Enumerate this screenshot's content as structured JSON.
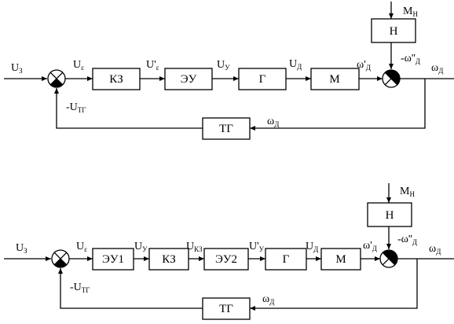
{
  "diagram_1": {
    "blocks": {
      "kz": "КЗ",
      "eu": "ЭУ",
      "g": "Г",
      "m": "М",
      "h": "Н",
      "tg": "ТГ"
    },
    "signals": {
      "u3": [
        "U",
        "З"
      ],
      "ue": [
        "U",
        "ε"
      ],
      "ue_prime": [
        "U'",
        "ε"
      ],
      "uy": [
        "U",
        "У"
      ],
      "ud": [
        "U",
        "Д"
      ],
      "mn": [
        "М",
        "Н"
      ],
      "omega_d_prime": [
        "ω'",
        "Д"
      ],
      "minus_omega_dd": [
        "-ω''",
        "Д"
      ],
      "omega_out": [
        "ω",
        "Д"
      ],
      "omega_fb": [
        "ω",
        "Д"
      ],
      "minus_utg": [
        "-U",
        "ТГ"
      ]
    }
  },
  "diagram_2": {
    "blocks": {
      "eu1": "ЭУ1",
      "kz": "КЗ",
      "eu2": "ЭУ2",
      "g": "Г",
      "m": "М",
      "h": "Н",
      "tg": "ТГ"
    },
    "signals": {
      "u3": [
        "U",
        "З"
      ],
      "ue": [
        "U",
        "ε"
      ],
      "uy": [
        "U",
        "У"
      ],
      "ukz": [
        "U",
        "КЗ"
      ],
      "uy_prime": [
        "U'",
        "У"
      ],
      "ud": [
        "U",
        "Д"
      ],
      "mn": [
        "М",
        "Н"
      ],
      "omega_d_prime": [
        "ω'",
        "Д"
      ],
      "minus_omega_dd": [
        "-ω''",
        "Д"
      ],
      "omega_out": [
        "ω",
        "Д"
      ],
      "omega_fb": [
        "ω",
        "Д"
      ],
      "minus_utg": [
        "-U",
        "ТГ"
      ]
    }
  }
}
